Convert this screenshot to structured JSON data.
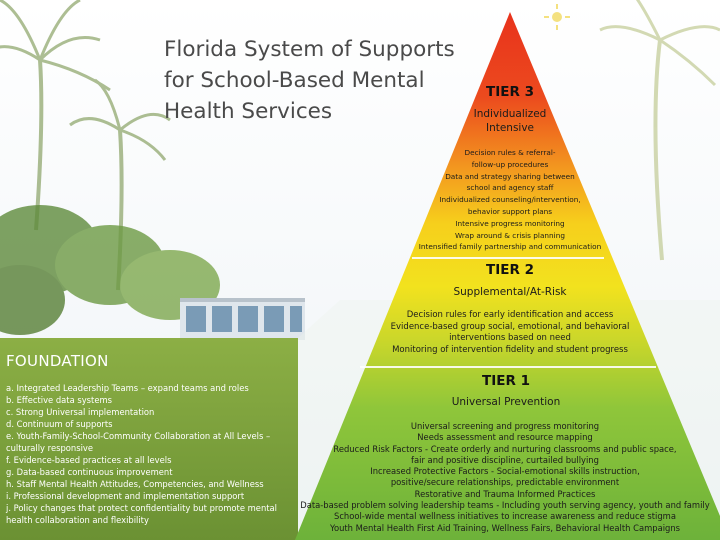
{
  "title": "Florida System of Supports\nfor School-Based Mental\nHealth Services",
  "foundation": {
    "heading": "FOUNDATION",
    "items": [
      "a. Integrated Leadership Teams – expand teams and roles",
      "b. Effective data systems",
      "c. Strong Universal implementation",
      "d. Continuum of supports",
      "e. Youth-Family-School-Community Collaboration at All Levels – culturally responsive",
      "f. Evidence-based practices at all levels",
      "g. Data-based continuous improvement",
      "h. Staff Mental Health Attitudes, Competencies, and Wellness",
      "i. Professional development and implementation support",
      "j. Policy changes that protect confidentiality but promote mental health collaboration and flexibility"
    ]
  },
  "tier3": {
    "heading": "TIER 3",
    "subtitle_1": "Individualized",
    "subtitle_2": "Intensive",
    "items": [
      "Decision rules & referral-",
      "follow-up procedures",
      "Data and strategy sharing between",
      "school and agency staff",
      "Individualized counseling/intervention,",
      "behavior support plans",
      "Intensive progress monitoring",
      "Wrap around & crisis planning",
      "Intensified family partnership and communication"
    ]
  },
  "tier2": {
    "heading": "TIER 2",
    "subtitle": "Supplemental/At-Risk",
    "items": [
      "Decision rules for early identification and access",
      "Evidence-based group social, emotional, and behavioral",
      "interventions based on need",
      "Monitoring of intervention fidelity and student progress"
    ]
  },
  "tier1": {
    "heading": "TIER 1",
    "subtitle": "Universal Prevention",
    "items": [
      "Universal screening and progress monitoring",
      "Needs assessment and resource mapping",
      "Reduced Risk Factors - Create orderly and nurturing classrooms and public space,",
      "fair and positive discipline, curtailed bullying",
      "Increased Protective Factors - Social-emotional skills instruction,",
      "positive/secure relationships, predictable environment",
      "Restorative and Trauma Informed Practices",
      "Data-based problem solving leadership teams - Including youth serving agency, youth and family",
      "School-wide mental wellness initiatives to increase awareness and reduce stigma",
      "Youth Mental Health First Aid Training, Wellness Fairs, Behavioral Health Campaigns"
    ]
  },
  "colors": {
    "tier3": "#e63a1f",
    "tier2": "#f5d41c",
    "tier1": "#7bbd3a",
    "foundation": "#7da03c",
    "sky": "#ffffff"
  }
}
